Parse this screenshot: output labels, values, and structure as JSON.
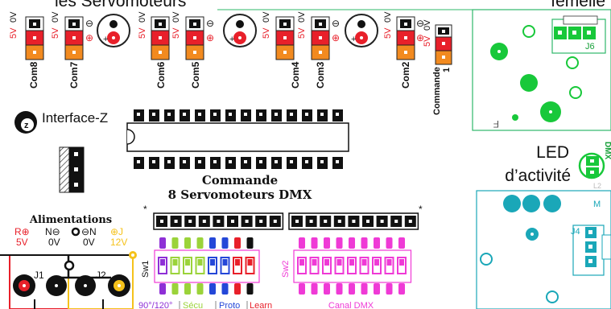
{
  "header": {
    "left_caption": "les Servomoteurs",
    "right_caption": "femelle"
  },
  "servo_connectors": [
    {
      "label": "Com8",
      "pin_labels": [
        "5V",
        "0V"
      ]
    },
    {
      "label": "Com7",
      "pin_labels": [
        "5V",
        "0V"
      ]
    },
    {
      "label": "Com6",
      "pin_labels": [
        "5V",
        "0V"
      ]
    },
    {
      "label": "Com5",
      "pin_labels": [
        "5V",
        "0V"
      ]
    },
    {
      "label": "Com4",
      "pin_labels": [
        "5V",
        "0V"
      ]
    },
    {
      "label": "Com3",
      "pin_labels": [
        "5V",
        "0V"
      ]
    },
    {
      "label": "Com2",
      "pin_labels": [
        "5V",
        "0V"
      ]
    }
  ],
  "commande1": {
    "label": "Commande",
    "number": "1",
    "pin_labels": [
      "5V",
      "0V"
    ]
  },
  "brand": {
    "logo_glyph": "z",
    "name": "Interface-Z"
  },
  "chip_title": {
    "line1": "Commande",
    "line2": "8 Servomoteurs DMX"
  },
  "power": {
    "title": "Alimentations",
    "polarity": [
      {
        "symbol": "R⊕",
        "value": "5V"
      },
      {
        "symbol": "N⊖",
        "value": "0V"
      },
      {
        "symbol": "⊖N",
        "value": "0V"
      },
      {
        "symbol": "⊕J",
        "value": "12V"
      }
    ],
    "jack_labels": [
      "J1",
      "J2"
    ]
  },
  "dip_switches": {
    "sw1_label": "Sw1",
    "sw2_label": "Sw2",
    "bottom_labels": [
      "90°/120°",
      "Sécu",
      "Proto",
      "Learn",
      "Canal DMX"
    ],
    "star": "*"
  },
  "led": {
    "line1": "LED",
    "line2": "d’activité",
    "side_label": "DMX",
    "tag": "L2"
  },
  "labels": {
    "j6": "J6",
    "j4": "J4",
    "f": "F",
    "m": "M"
  },
  "colors": {
    "red": "#e8202a",
    "orange": "#f28a1f",
    "green_pcb": "#18c83a",
    "teal": "#1aa7b8",
    "purple": "#8e2fd6",
    "lime": "#9bd33a",
    "blue": "#2447d8",
    "magenta": "#ef3ad6",
    "yellow": "#f5c21b"
  }
}
